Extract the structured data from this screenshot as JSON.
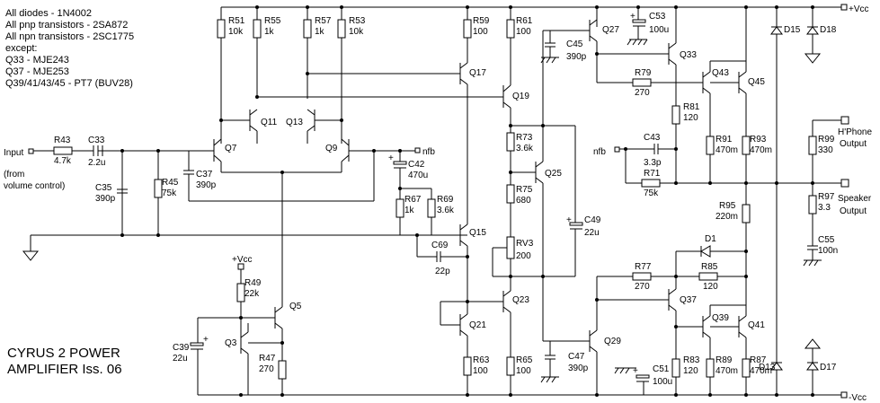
{
  "notes": [
    "All diodes - 1N4002",
    "All pnp transistors - 2SA872",
    "All npn transistors - 2SC1775",
    "except:",
    "Q33 - MJE243",
    "Q37 - MJE253",
    "Q39/41/43/45 - PT7 (BUV28)"
  ],
  "title": [
    "CYRUS 2 POWER",
    "AMPLIFIER Iss. 06"
  ],
  "input": {
    "label": "Input",
    "note1": "(from",
    "note2": "volume control)"
  },
  "rails": {
    "pos": "+Vcc",
    "neg": "-Vcc",
    "local_pos": "+Vcc"
  },
  "outputs": {
    "hphone1": "H'Phone",
    "hphone2": "Output",
    "speaker1": "Speaker",
    "speaker2": "Output"
  },
  "nfb": "nfb",
  "transistors": {
    "q3": "Q3",
    "q5": "Q5",
    "q7": "Q7",
    "q9": "Q9",
    "q11": "Q11",
    "q13": "Q13",
    "q15": "Q15",
    "q17": "Q17",
    "q19": "Q19",
    "q21": "Q21",
    "q23": "Q23",
    "q25": "Q25",
    "q27": "Q27",
    "q29": "Q29",
    "q33": "Q33",
    "q37": "Q37",
    "q39": "Q39",
    "q41": "Q41",
    "q43": "Q43",
    "q45": "Q45"
  },
  "diodes": {
    "d1": "D1",
    "d13": "D13",
    "d15": "D15",
    "d17": "D17",
    "d18": "D18"
  },
  "resistors": {
    "r43": [
      "R43",
      "4.7k"
    ],
    "r45": [
      "R45",
      "75k"
    ],
    "r47": [
      "R47",
      "270"
    ],
    "r49": [
      "R49",
      "22k"
    ],
    "r51": [
      "R51",
      "10k"
    ],
    "r53": [
      "R53",
      "10k"
    ],
    "r55": [
      "R55",
      "1k"
    ],
    "r57": [
      "R57",
      "1k"
    ],
    "r59": [
      "R59",
      "100"
    ],
    "r61": [
      "R61",
      "100"
    ],
    "r63": [
      "R63",
      "100"
    ],
    "r65": [
      "R65",
      "100"
    ],
    "r67": [
      "R67",
      "1k"
    ],
    "r69": [
      "R69",
      "3.6k"
    ],
    "r71": [
      "R71",
      "75k"
    ],
    "r73": [
      "R73",
      "3.6k"
    ],
    "r75": [
      "R75",
      "680"
    ],
    "rv3": [
      "RV3",
      "200"
    ],
    "r77": [
      "R77",
      "270"
    ],
    "r79": [
      "R79",
      "270"
    ],
    "r81": [
      "R81",
      "120"
    ],
    "r83": [
      "R83",
      "120"
    ],
    "r85": [
      "R85",
      "120"
    ],
    "r87": [
      "R87",
      "470m"
    ],
    "r89": [
      "R89",
      "470m"
    ],
    "r91": [
      "R91",
      "470m"
    ],
    "r93": [
      "R93",
      "470m"
    ],
    "r95": [
      "R95",
      "220m"
    ],
    "r97": [
      "R97",
      "3.3"
    ],
    "r99": [
      "R99",
      "330"
    ]
  },
  "capacitors": {
    "c33": [
      "C33",
      "2.2u"
    ],
    "c35": [
      "C35",
      "390p"
    ],
    "c37": [
      "C37",
      "390p"
    ],
    "c39": [
      "C39",
      "22u"
    ],
    "c42": [
      "C42",
      "470u"
    ],
    "c43": [
      "C43",
      "3.3p"
    ],
    "c45": [
      "C45",
      "390p"
    ],
    "c47": [
      "C47",
      "390p"
    ],
    "c49": [
      "C49",
      "22u"
    ],
    "c51": [
      "C51",
      "100u"
    ],
    "c53": [
      "C53",
      "100u"
    ],
    "c55": [
      "C55",
      "100n"
    ],
    "c69": [
      "C69",
      "22p"
    ]
  }
}
